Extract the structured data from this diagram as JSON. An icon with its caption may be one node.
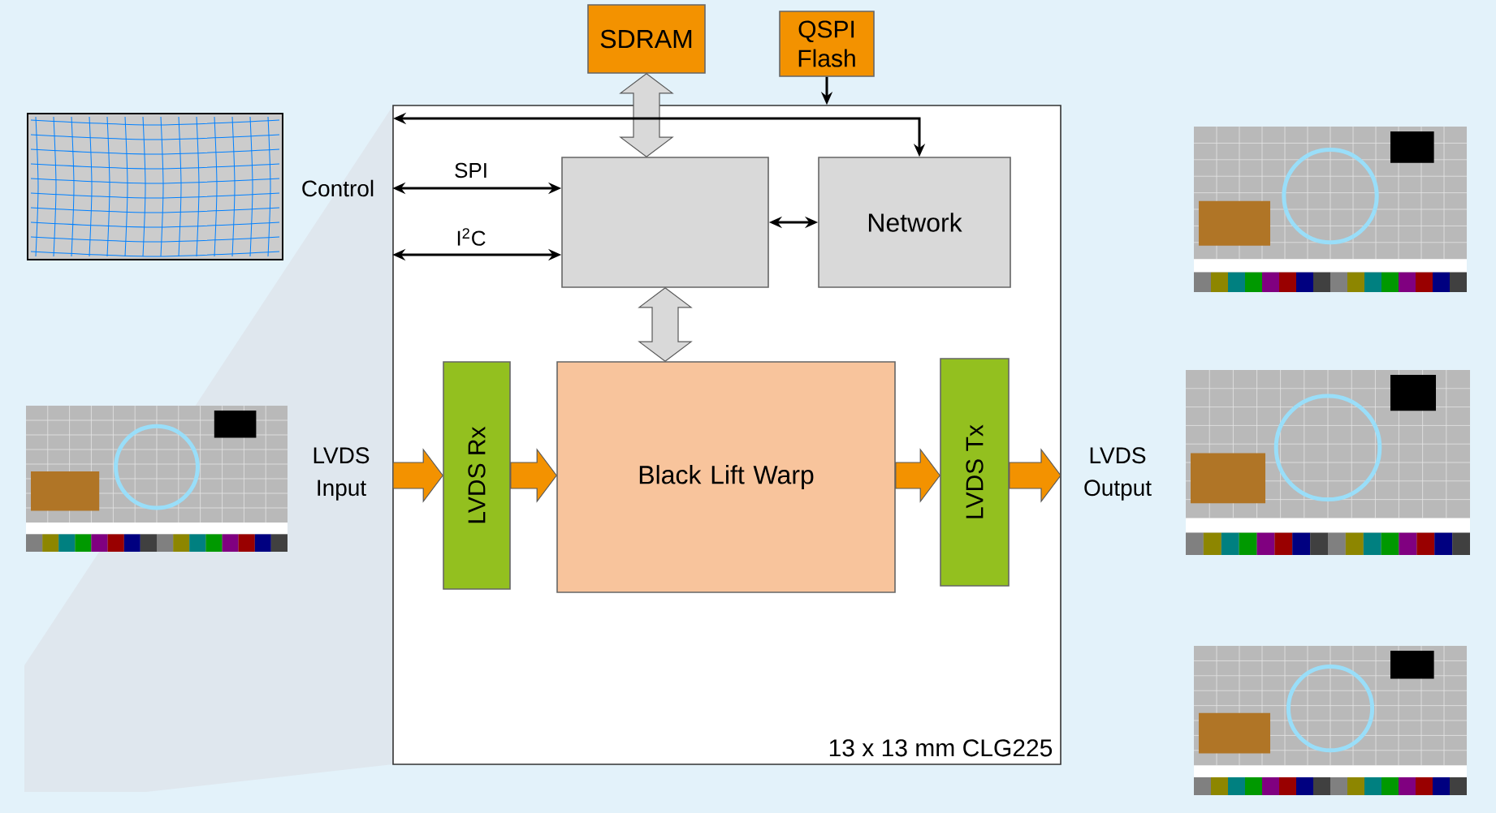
{
  "diagram": {
    "nodes": [
      {
        "text": [
          "13 x 13 mm CLG225"
        ]
      },
      {
        "text": [
          "SDRAM"
        ]
      },
      {
        "text": [
          "QSPI Flash"
        ]
      },
      {
        "text": [],
        "shape": "box",
        "in": 0
      },
      {
        "text": [
          "Network"
        ],
        "in": 0
      },
      {
        "text": [
          "LVDS Rx"
        ],
        "in": 0
      },
      {
        "text": [
          "Black Lift Warp"
        ],
        "in": 0
      },
      {
        "text": [
          "LVDS Tx"
        ],
        "in": 0
      },
      {
        "text": [
          "Control"
        ]
      }
    ],
    "edges": [
      {
        "from": 1,
        "to": 3,
        "arrow": "both",
        "style": "thick",
        "color": "#d9d9d9"
      },
      {
        "from": 2,
        "to": 0,
        "arrow": "to"
      },
      {
        "from": null,
        "to": 4,
        "arrow": "both"
      },
      {
        "from": 8,
        "to": 3,
        "arrow": "both",
        "label": "SPI"
      },
      {
        "from": 8,
        "to": 3,
        "arrow": "both",
        "label": "I$^{2}$C"
      },
      {
        "from": 3,
        "to": 4,
        "arrow": "both"
      },
      {
        "from": 3,
        "to": 6,
        "arrow": "both",
        "style": "thick",
        "color": "#d9d9d9"
      },
      {
        "from": null,
        "to": 5,
        "arrow": "to",
        "style": "thick",
        "color": "#f39200"
      },
      {
        "from": 5,
        "to": 6,
        "arrow": "to",
        "style": "thick",
        "color": "#f39200"
      },
      {
        "from": 6,
        "to": 7,
        "arrow": "to",
        "style": "thick",
        "color": "#f39200"
      },
      {
        "from": 7,
        "to": null,
        "arrow": "to",
        "style": "thick",
        "color": "#f39200"
      }
    ],
    "labels": [
      "LVDS Input",
      "LVDS Output"
    ]
  }
}
